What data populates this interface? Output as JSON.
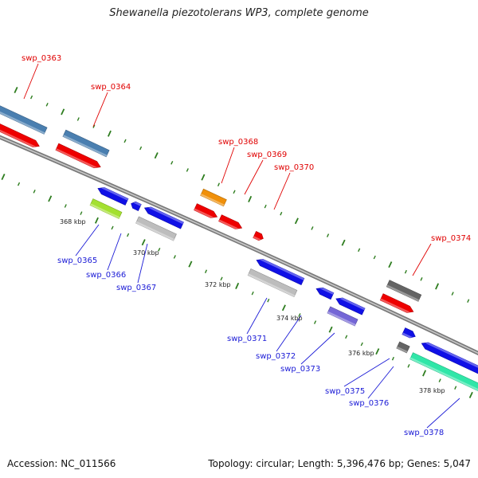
{
  "title": "Shewanella piezotolerans WP3, complete genome",
  "footer": {
    "accession": "Accession: NC_011566",
    "summary": "Topology: circular; Length: 5,396,476 bp; Genes: 5,047"
  },
  "colors": {
    "label_forward": "#e00000",
    "label_reverse": "#1a1ad6",
    "backbone": "#888888",
    "tick": "#2e7d1f"
  },
  "scale_labels": [
    {
      "text": "368 kbp"
    },
    {
      "text": "370 kbp"
    },
    {
      "text": "372 kbp"
    },
    {
      "text": "374 kbp"
    },
    {
      "text": "376 kbp"
    },
    {
      "text": "378 kbp"
    }
  ],
  "gene_labels": [
    {
      "text": "swp_0363",
      "strand": "forward"
    },
    {
      "text": "swp_0364",
      "strand": "forward"
    },
    {
      "text": "swp_0368",
      "strand": "forward"
    },
    {
      "text": "swp_0369",
      "strand": "forward"
    },
    {
      "text": "swp_0370",
      "strand": "forward"
    },
    {
      "text": "swp_0374",
      "strand": "forward"
    },
    {
      "text": "swp_0365",
      "strand": "reverse"
    },
    {
      "text": "swp_0366",
      "strand": "reverse"
    },
    {
      "text": "swp_0367",
      "strand": "reverse"
    },
    {
      "text": "swp_0371",
      "strand": "reverse"
    },
    {
      "text": "swp_0372",
      "strand": "reverse"
    },
    {
      "text": "swp_0373",
      "strand": "reverse"
    },
    {
      "text": "swp_0375",
      "strand": "reverse"
    },
    {
      "text": "swp_0376",
      "strand": "reverse"
    },
    {
      "text": "swp_0378",
      "strand": "reverse"
    }
  ]
}
